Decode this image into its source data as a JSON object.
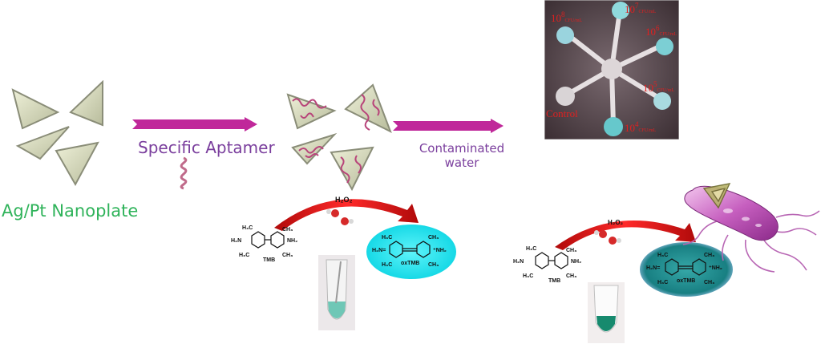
{
  "labels": {
    "nanoplate": "Ag/Pt Nanoplate",
    "aptamer": "Specific Aptamer",
    "contaminated_line1": "Contaminated",
    "contaminated_line2": "water"
  },
  "reaction": {
    "oxidant": "H₂O₂",
    "reactant": "TMB",
    "product": "oxTMB",
    "groups": {
      "ch3": "CH₃",
      "h3c": "H₃C",
      "h2n": "H₂N",
      "nh2": "NH₂",
      "nh2_plus": "⁺NH₂",
      "h2n_eq": "H₂N="
    }
  },
  "chip": {
    "control": "Control",
    "unit": "CFU/mL",
    "concentrations": [
      {
        "base": "10",
        "exp": "8"
      },
      {
        "base": "10",
        "exp": "7"
      },
      {
        "base": "10",
        "exp": "6"
      },
      {
        "base": "10",
        "exp": "5"
      },
      {
        "base": "10",
        "exp": "4"
      }
    ]
  },
  "colors": {
    "nanoplate": "#d9dcc2",
    "arrow": "#c0289a",
    "aptamer": "#c06a8a",
    "oxtmb_light": "#14e2ee",
    "oxtmb_dark": "#1e8c8e",
    "curved_arrow": "#e01818",
    "chip_bg": "#4d3f44",
    "label_green": "#2fb35a",
    "label_purple": "#7a3e9d"
  }
}
